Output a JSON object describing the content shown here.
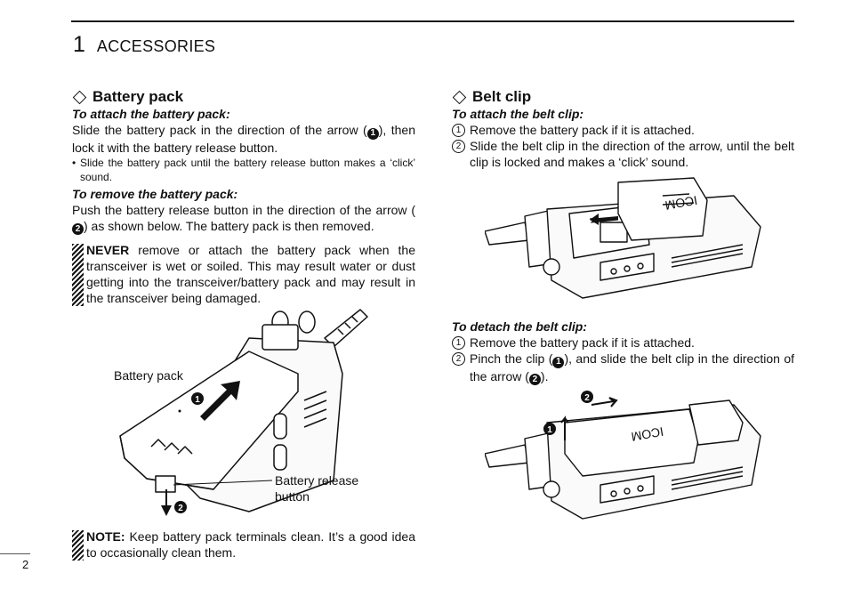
{
  "chapter": {
    "number": "1",
    "title": "ACCESSORIES"
  },
  "battery": {
    "heading": "Battery pack",
    "attach_sub": "To attach the battery pack:",
    "attach_text_a": "Slide the battery pack in the direction of the arrow (",
    "attach_mark": "1",
    "attach_text_b": "), then lock it with the battery release button.",
    "bullet": "• Slide the battery pack until the battery release button makes a ‘click’ sound.",
    "remove_sub": "To remove the battery pack:",
    "remove_text_a": "Push the battery release button in the direction of the arrow (",
    "remove_mark": "2",
    "remove_text_b": ") as shown below. The battery pack is then removed.",
    "warn_bold": "NEVER",
    "warn_text": " remove or attach the battery pack when the transceiver is wet or soiled. This may result water or dust getting into the transceiver/battery pack and may result in the transceiver being damaged.",
    "fig_label_pack": "Battery pack",
    "fig_label_release_1": "Battery release",
    "fig_label_release_2": "button",
    "fig_mark_1": "1",
    "fig_mark_2": "2",
    "note_bold": "NOTE:",
    "note_text": " Keep battery pack terminals clean. It’s a good idea to occasionally clean them."
  },
  "beltclip": {
    "heading": "Belt clip",
    "attach_sub": "To attach the belt clip:",
    "attach_steps": [
      {
        "n": "1",
        "text": "Remove the battery pack if it is attached."
      },
      {
        "n": "2",
        "text": "Slide the belt clip in the direction of the arrow, until the belt clip is locked and makes a ‘click’ sound."
      }
    ],
    "detach_sub": "To detach the belt clip:",
    "detach_step1_n": "1",
    "detach_step1": "Remove the battery pack if it is attached.",
    "detach_step2_n": "2",
    "detach_step2_a": "Pinch the clip (",
    "detach_step2_mark1": "1",
    "detach_step2_b": "), and slide the belt clip in the direction of the arrow (",
    "detach_step2_mark2": "2",
    "detach_step2_c": ").",
    "fig_mark_1": "1",
    "fig_mark_2": "2",
    "logo_text": "ICOM"
  },
  "page_number": "2"
}
